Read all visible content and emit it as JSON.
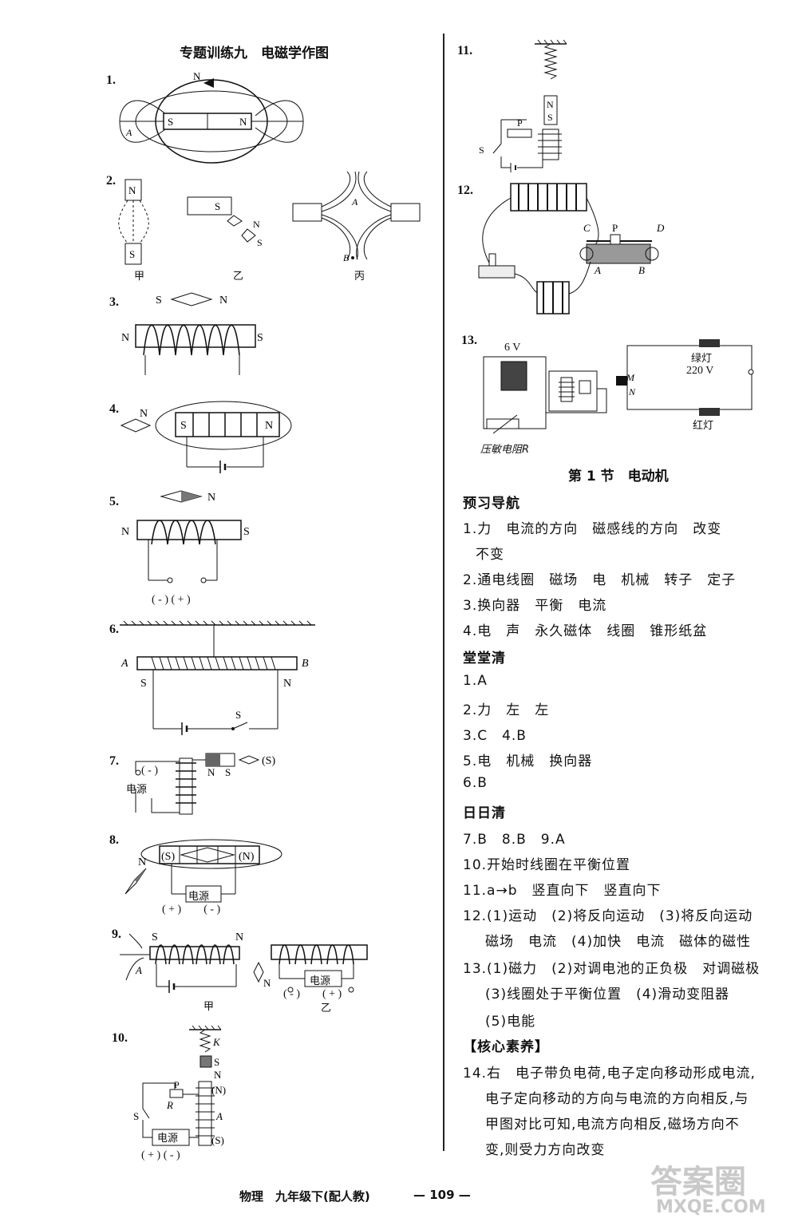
{
  "left": {
    "title": "专题训练九　电磁学作图",
    "nums": [
      "1.",
      "2.",
      "3.",
      "4.",
      "5.",
      "6.",
      "7.",
      "8.",
      "9.",
      "10."
    ],
    "q2_captions": [
      "甲",
      "乙",
      "丙"
    ],
    "q5_terms": "( - ) ( + )",
    "q7_source": "电源",
    "q7_minus": "( - )",
    "q8_source": "电源",
    "q8_terms": "( + )　　( - )",
    "q9_captions": [
      "甲",
      "乙"
    ],
    "q9_source": "电源",
    "q9_terms": "( - )　　( + )",
    "q10_source": "电源",
    "q10_terms": "( + ) ( - )"
  },
  "right": {
    "nums": [
      "11.",
      "12.",
      "13."
    ],
    "q13_voltage": "6 V",
    "q13_green": "绿灯",
    "q13_mains": "220 V",
    "q13_red": "红灯",
    "q13_resistor": "压敏电阻R",
    "section_title": "第 1 节　电动机",
    "preview_head": "预习导航",
    "preview": [
      "1.力　电流的方向　磁感线的方向　改变",
      "不变",
      "2.通电线圈　磁场　电　机械　转子　定子",
      "3.换向器　平衡　电流",
      "4.电　声　永久磁体　线圈　锥形纸盆"
    ],
    "class_head": "堂堂清",
    "class": [
      "1.A",
      "2.力　左　左",
      "3.C　4.B",
      "5.电　机械　换向器",
      "6.B"
    ],
    "daily_head": "日日清",
    "daily": [
      "7.B　8.B　9.A",
      "10.开始时线圈在平衡位置",
      "11.a→b　竖直向下　竖直向下",
      "12.(1)运动　(2)将反向运动　(3)将反向运动",
      "磁场　电流　(4)加快　电流　磁体的磁性",
      "13.(1)磁力　(2)对调电池的正负极　对调磁极",
      "(3)线圈处于平衡位置　(4)滑动变阻器",
      "(5)电能"
    ],
    "core_head": "【核心素养】",
    "core": [
      "14.右　电子带负电荷,电子定向移动形成电流,",
      "电子定向移动的方向与电流的方向相反,与",
      "甲图对比可知,电流方向相反,磁场方向不",
      "变,则受力方向改变"
    ]
  },
  "footer": {
    "subject": "物理　九年级下(配人教)",
    "page": "— 109 —"
  },
  "watermark": {
    "text": "答案圈",
    "url": "MXQE.COM"
  }
}
